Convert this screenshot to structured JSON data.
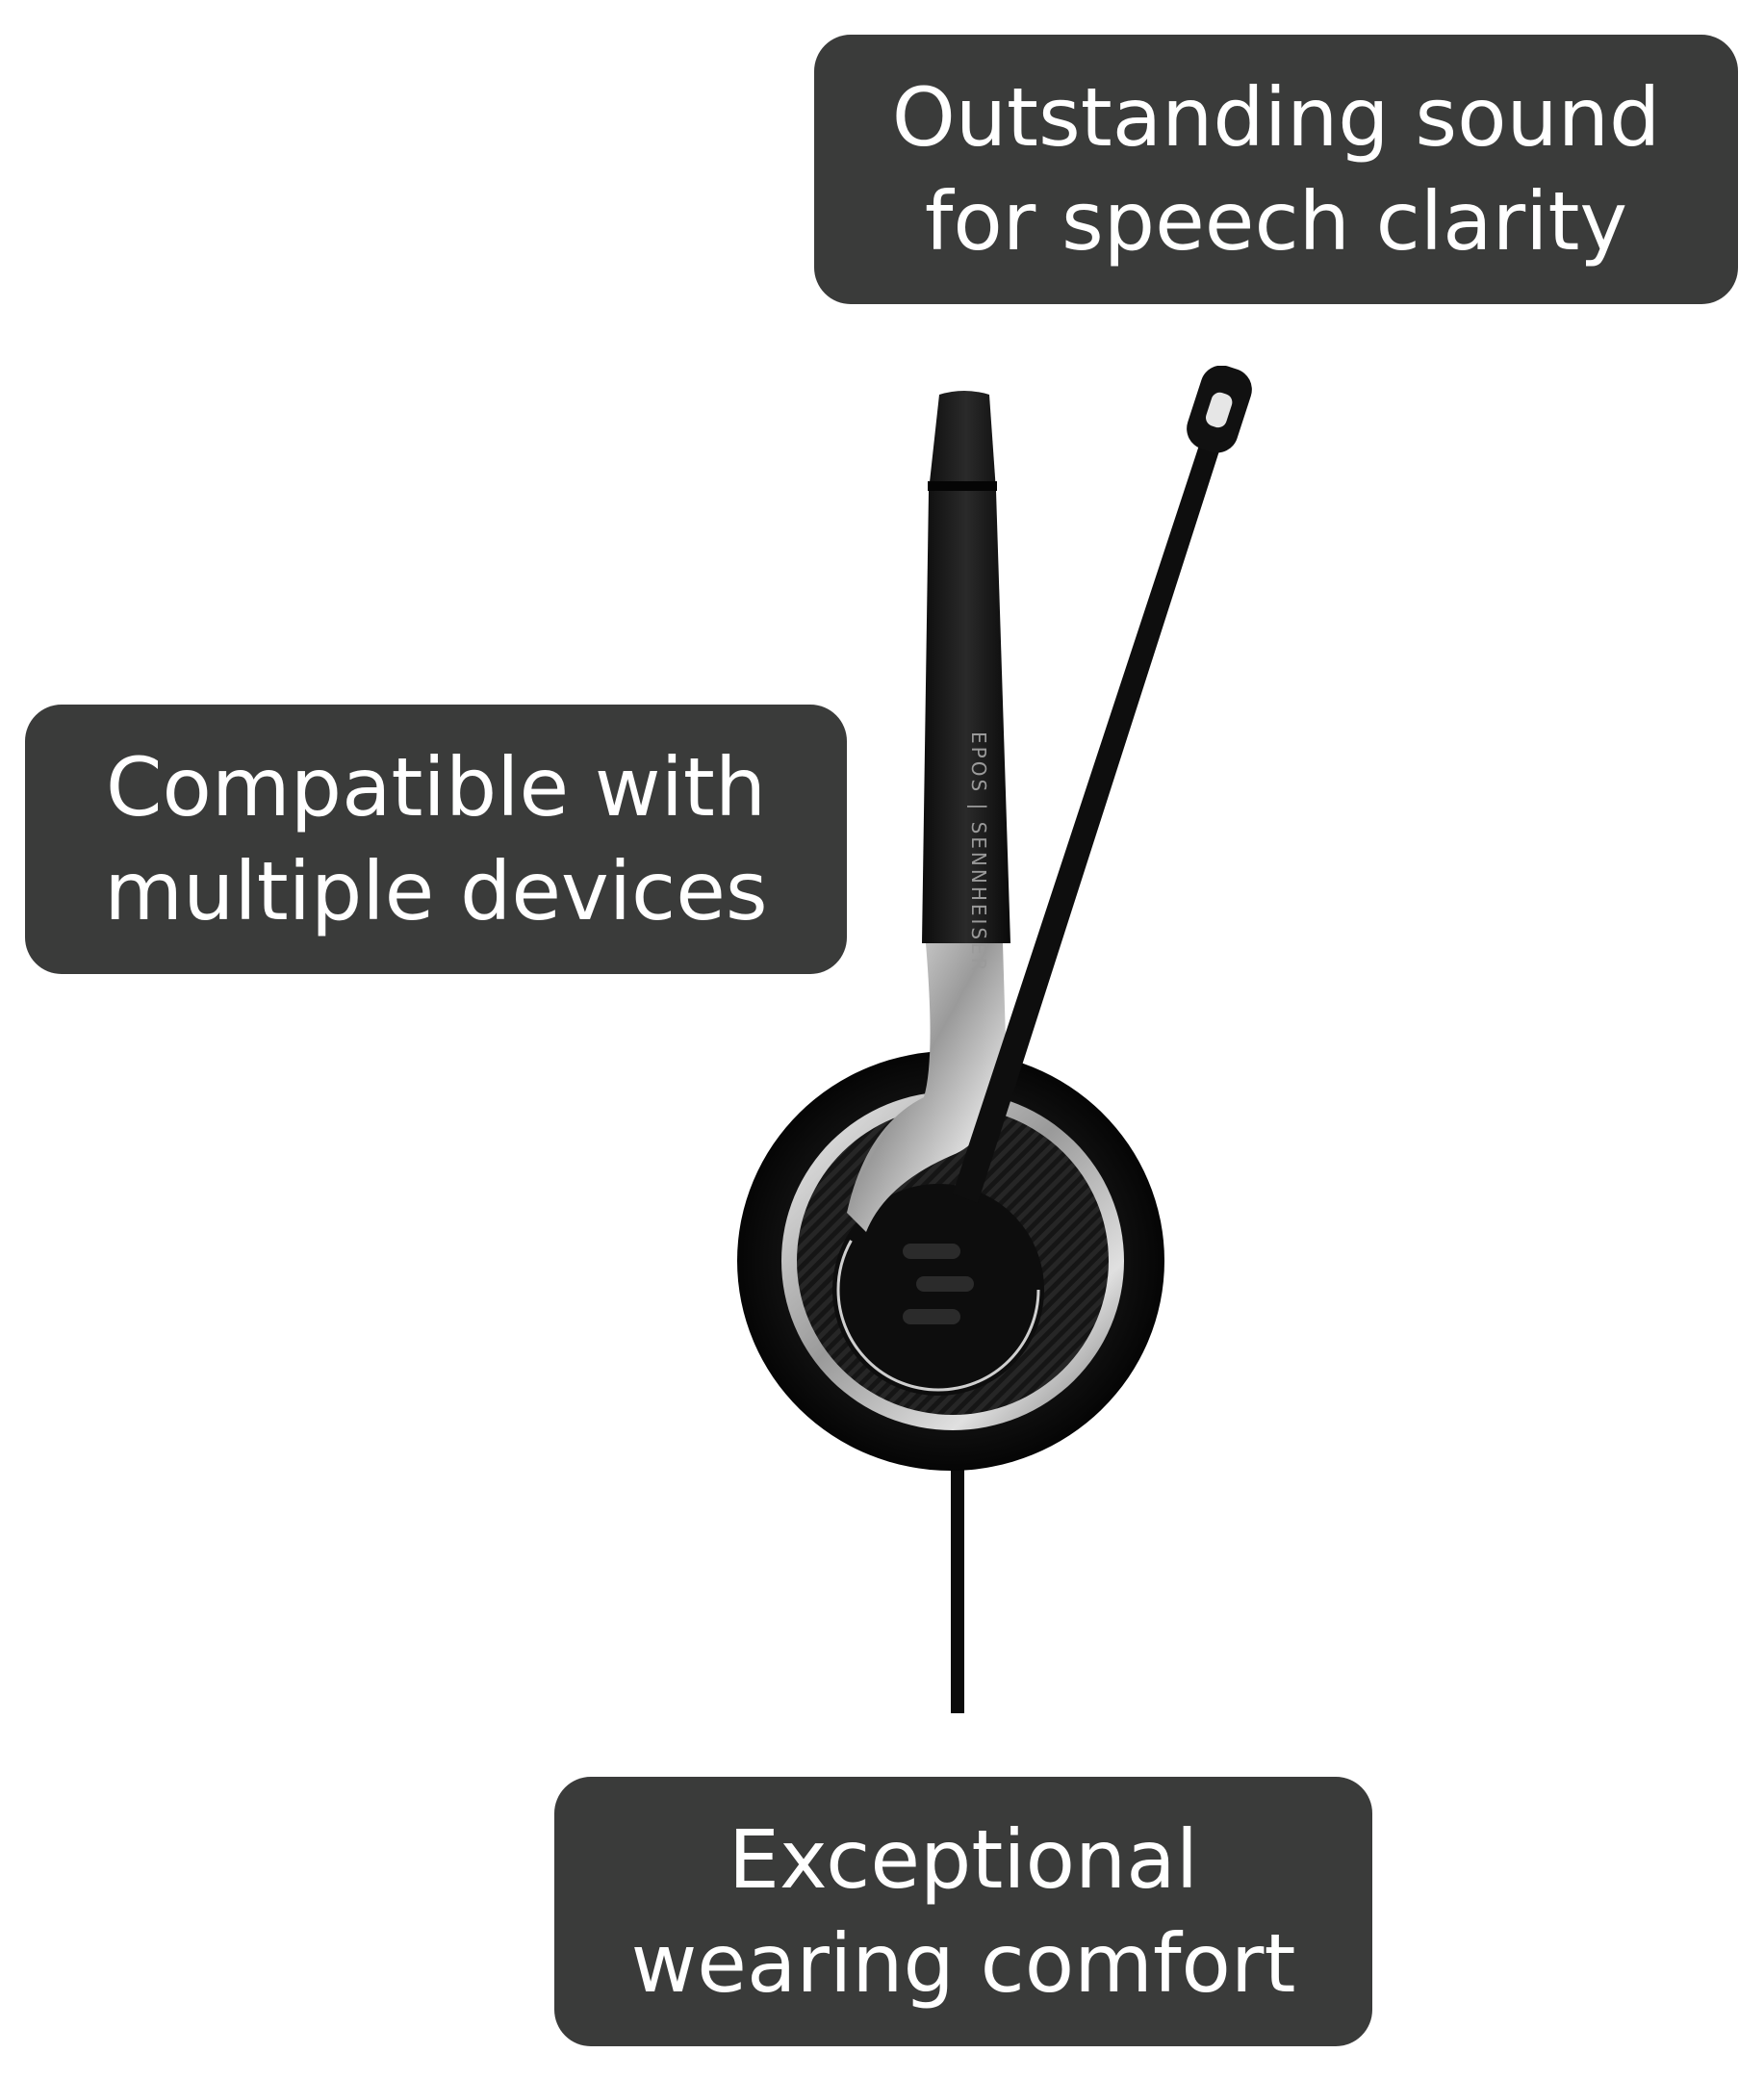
{
  "callouts": {
    "top": {
      "line1": "Outstanding sound",
      "line2": "for speech clarity"
    },
    "left": {
      "line1": "Compatible with",
      "line2": "multiple devices"
    },
    "bottom": {
      "line1": "Exceptional",
      "line2": "wearing comfort"
    }
  },
  "product": {
    "brand_text": "EPOS | SENNHEISER"
  },
  "colors": {
    "callout_bg": "#3a3b3a",
    "callout_text": "#ffffff",
    "page_bg": "#ffffff"
  }
}
